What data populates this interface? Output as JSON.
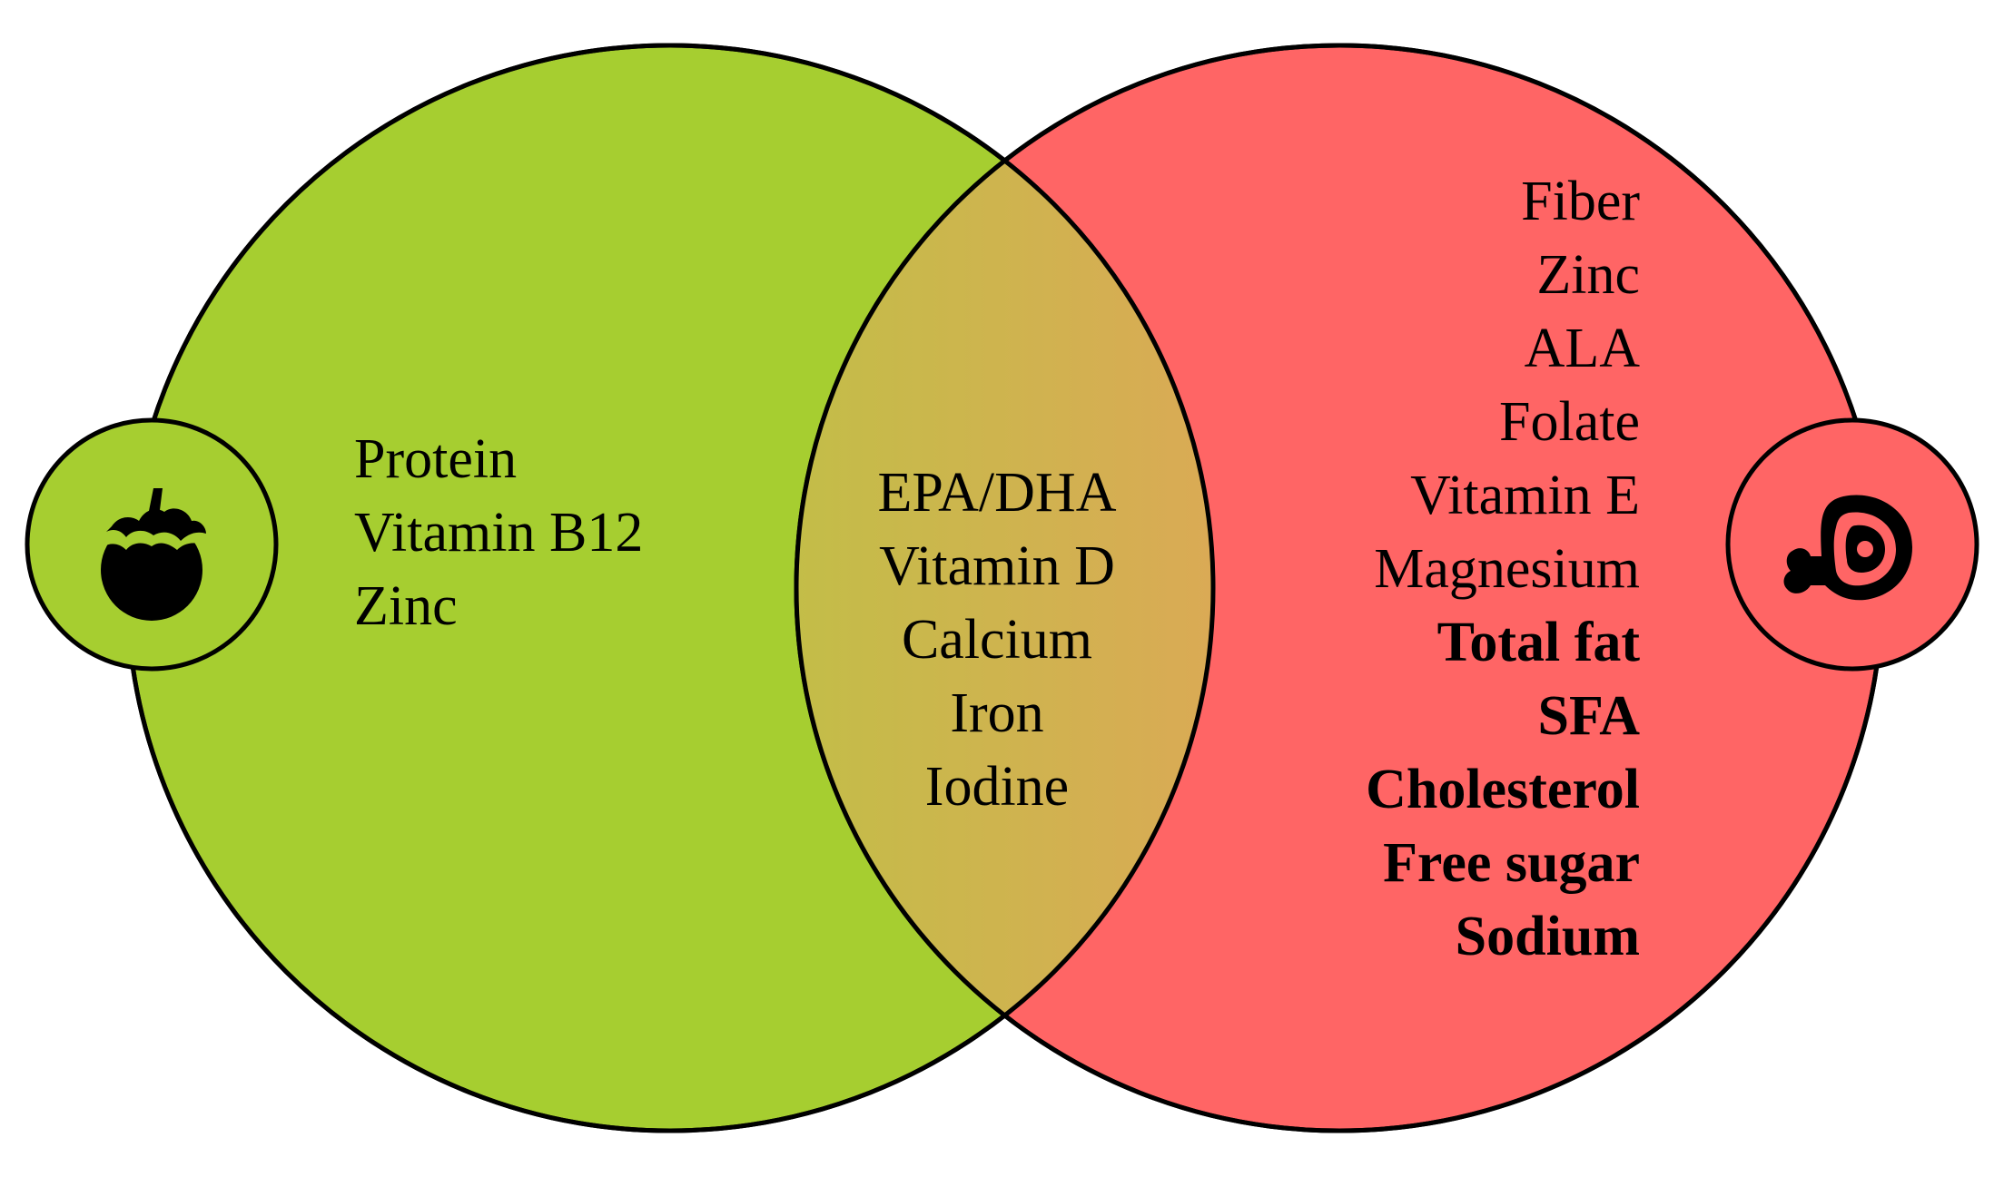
{
  "colors": {
    "plant_circle": "#A6CE30",
    "meat_circle": "#FF6565",
    "overlap_left": "#C3BD48",
    "overlap_right": "#FF8C6A",
    "outline": "#000000",
    "icon": "#000000"
  },
  "icons": {
    "left": "tomato-icon",
    "right": "meat-icon"
  },
  "left_only": [
    "Protein",
    "Vitamin B12",
    "Zinc"
  ],
  "shared": [
    "EPA/DHA",
    "Vitamin D",
    "Calcium",
    "Iron",
    "Iodine"
  ],
  "right_only": [
    {
      "label": "Fiber",
      "bold": false
    },
    {
      "label": "Zinc",
      "bold": false
    },
    {
      "label": "ALA",
      "bold": false
    },
    {
      "label": "Folate",
      "bold": false
    },
    {
      "label": "Vitamin E",
      "bold": false
    },
    {
      "label": "Magnesium",
      "bold": false
    },
    {
      "label": "Total fat",
      "bold": true
    },
    {
      "label": "SFA",
      "bold": true
    },
    {
      "label": "Cholesterol",
      "bold": true
    },
    {
      "label": "Free sugar",
      "bold": true
    },
    {
      "label": "Sodium",
      "bold": true
    }
  ]
}
